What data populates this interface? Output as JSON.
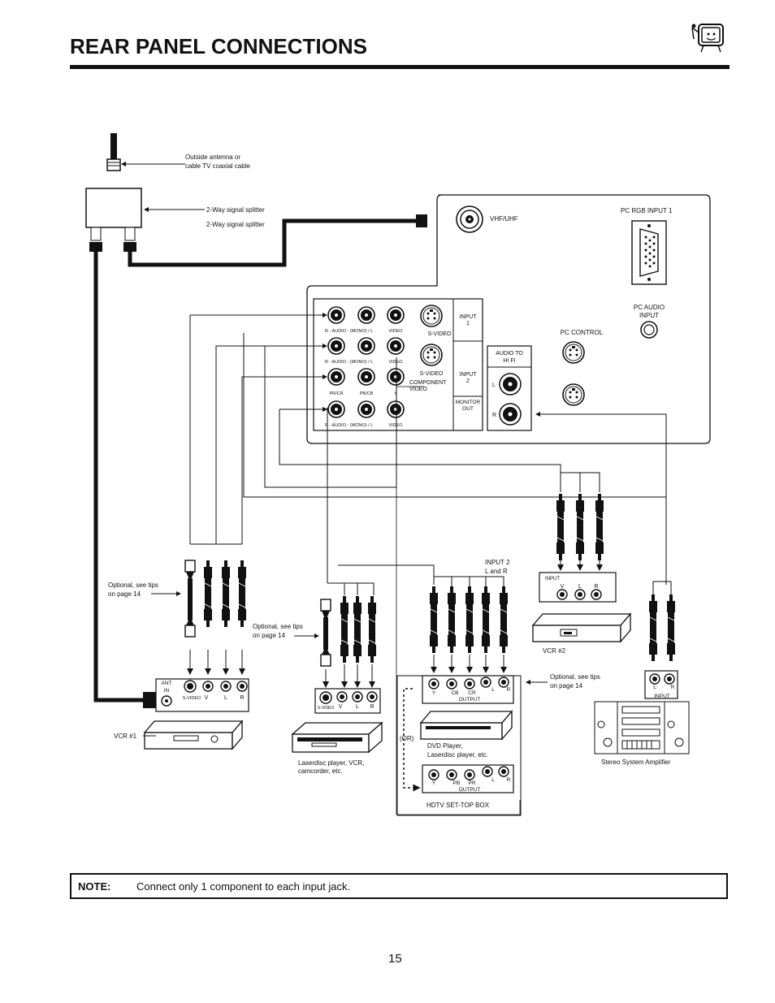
{
  "header": {
    "title": "REAR PANEL CONNECTIONS",
    "logo_icon": "tv-character-icon"
  },
  "antenna": {
    "cable_label_line1": "Outside antenna or",
    "cable_label_line2": "cable TV coaxial cable",
    "splitter_label_1": "2-Way signal splitter",
    "splitter_label_2": "2-Way signal splitter"
  },
  "tv_panel": {
    "vhf_uhf": "VHF/UHF",
    "pc_rgb": "PC RGB INPUT 1",
    "pc_audio_line1": "PC AUDIO",
    "pc_audio_line2": "INPUT",
    "pc_control": "PC CONTROL",
    "audio_to_hifi_line1": "AUDIO TO",
    "audio_to_hifi_line2": "HI FI",
    "hifi_l": "L",
    "hifi_r": "R",
    "row1_label": "R - AUDIO  -  (MONO) / L",
    "row1_video": "VIDEO",
    "s_video_1": "S-VIDEO",
    "input1_line1": "INPUT",
    "input1_line2": "1",
    "row2_label": "R - AUDIO  -  (MONO) / L",
    "row2_video": "VIDEO",
    "s_video_2": "S-VIDEO",
    "input2_line1": "INPUT",
    "input2_line2": "2",
    "row3_pr": "PR/CR",
    "row3_pb": "PB/CB",
    "row3_y": "Y",
    "component_line1": "COMPONENT",
    "component_line2": "VIDEO",
    "monitor_line1": "MONITOR",
    "monitor_line2": "OUT",
    "row4_label": "R - AUDIO  -  (MONO) / L",
    "row4_video": "VIDEO"
  },
  "devices": {
    "optional_tips_line1": "Optional, see tips",
    "optional_tips_line2": "on page 14",
    "vcr1_ant_line1": "ANT",
    "vcr1_ant_line2": "IN",
    "vcr1_svideo": "S-VIDEO",
    "jack_v": "V",
    "jack_l": "L",
    "jack_r": "R",
    "vcr1_label": "VCR #1",
    "laserdisc_label_line1": "Laserdisc player, VCR,",
    "laserdisc_label_line2": "camcorder, etc.",
    "input2_lr_line1": "INPUT 2",
    "input2_lr_line2": "L and R",
    "dvd_y": "Y",
    "dvd_cb": "CB",
    "dvd_cr": "CR",
    "output_label": "OUTPUT",
    "dvd_label_line1": "DVD Player,",
    "dvd_label_line2": "Laserdisc player, etc.",
    "or_label": "(OR)",
    "hdtv_pb": "PB",
    "hdtv_pr": "PR",
    "hdtv_label": "HDTV SET-TOP BOX",
    "vcr2_input": "INPUT",
    "vcr2_label": "VCR #2",
    "amp_input": "INPUT",
    "amp_label": "Stereo System Amplifier"
  },
  "note": {
    "label": "NOTE:",
    "text": "Connect only 1 component to each input jack."
  },
  "page_number": "15"
}
